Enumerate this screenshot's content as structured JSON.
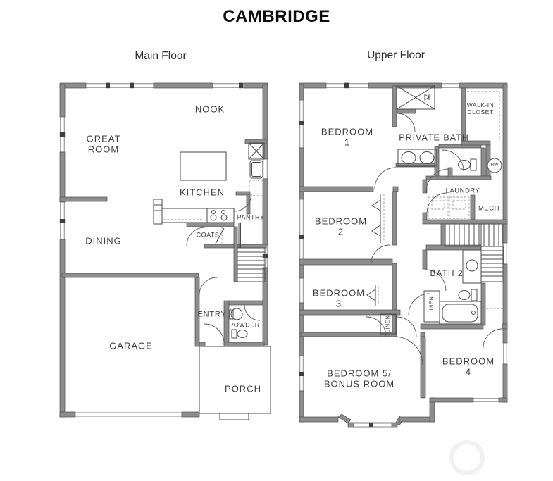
{
  "title": "CAMBRIDGE",
  "palette": {
    "wall_gray": "#8d8d8d",
    "line_dark": "#4a4a4a",
    "text": "#3d3d3d",
    "background": "#ffffff"
  },
  "floors": {
    "main": {
      "heading": "Main Floor",
      "rooms": {
        "great_room": "GREAT\nROOM",
        "nook": "NOOK",
        "kitchen": "KITCHEN",
        "dining": "DINING",
        "pantry": "PANTRY",
        "coats": "COATS",
        "entry": "ENTRY",
        "powder": "POWDER",
        "garage": "GARAGE",
        "porch": "PORCH"
      }
    },
    "upper": {
      "heading": "Upper Floor",
      "rooms": {
        "bedroom1": "BEDROOM\n1",
        "private_bath": "PRIVATE BATH",
        "walkin_closet": "WALK-IN\nCLOSET",
        "laundry": "LAUNDRY",
        "mech": "MECH",
        "hw": "HW",
        "bedroom2": "BEDROOM\n2",
        "bedroom3": "BEDROOM\n3",
        "bath2": "BATH 2",
        "linen_bath": "LINEN",
        "linen_hall": "LINEN",
        "bedroom5": "BEDROOM 5/\nBONUS ROOM",
        "bedroom4": "BEDROOM\n4"
      }
    }
  }
}
